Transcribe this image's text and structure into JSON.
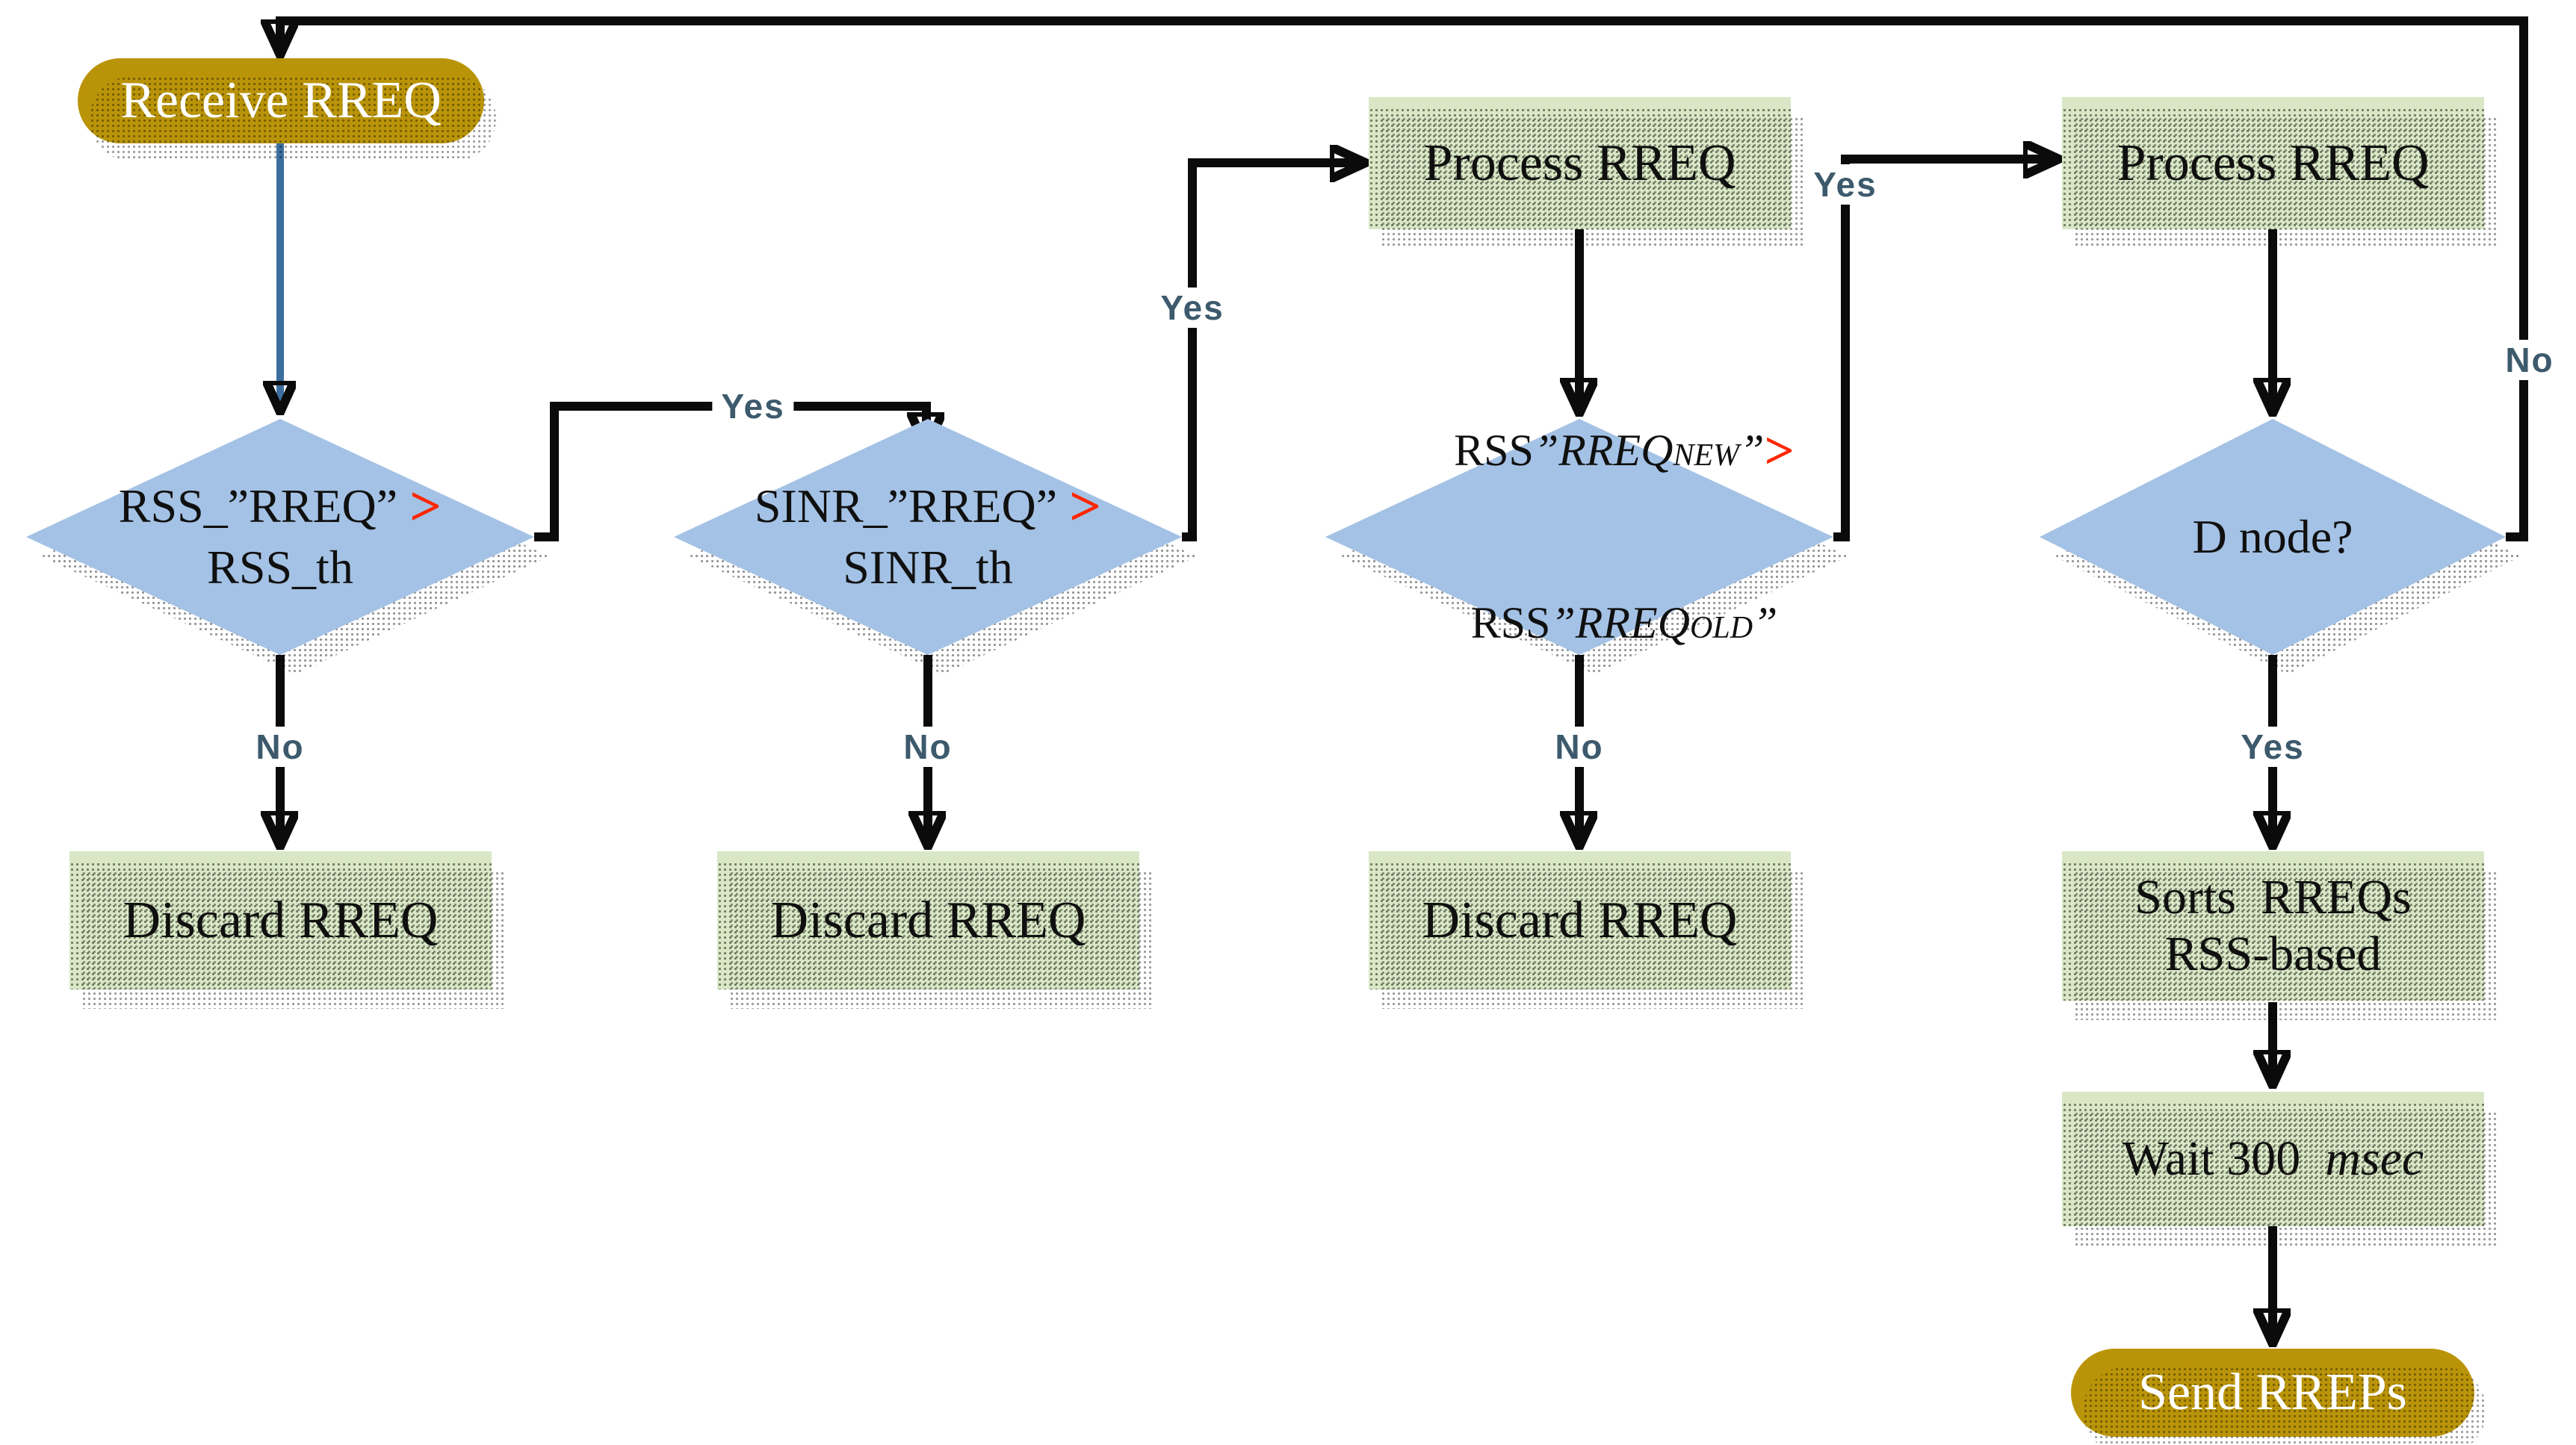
{
  "diagram_type": "flowchart",
  "colors": {
    "terminal_fill": "#ba9408",
    "process_fill": "#d9e7c6",
    "decision_fill": "#a4c2e5",
    "edge_label_text": "#3d5a6d",
    "comparison_operator": "#ff2600",
    "start_connector": "#3c6f9f",
    "flow_line": "#0b0b0b"
  },
  "nodes": {
    "receive": {
      "label": "Receive RREQ"
    },
    "d1": {
      "line1": "RSS_”RREQ” ",
      "op": ">",
      "line2": "RSS_th"
    },
    "d2": {
      "line1": "SINR_”RREQ” ",
      "op": ">",
      "line2": "SINR_th"
    },
    "d3": {
      "l1": {
        "pre": "RSS",
        "q1": "”",
        "name": "RREQ",
        "sub": "NEW",
        "q2": "”"
      },
      "op": ">",
      "l2": {
        "pre": "RSS",
        "q1": "”",
        "name": "RREQ",
        "sub": "OLD",
        "q2": "”"
      }
    },
    "d4": {
      "label": "D node?"
    },
    "process_mid": {
      "label": "Process RREQ"
    },
    "process_right": {
      "label": "Process RREQ"
    },
    "discard1": {
      "label": "Discard RREQ"
    },
    "discard2": {
      "label": "Discard RREQ"
    },
    "discard3": {
      "label": "Discard RREQ"
    },
    "sorts": {
      "line1": "Sorts  RREQs",
      "line2": "RSS-based"
    },
    "wait": {
      "pre": "Wait 300  ",
      "unit": "msec"
    },
    "send": {
      "label": "Send RREPs"
    }
  },
  "edge_labels": {
    "d1_yes": "Yes",
    "d1_no": "No",
    "d2_yes": "Yes",
    "d2_no": "No",
    "d3_yes": "Yes",
    "d3_no": "No",
    "d4_yes": "Yes",
    "d4_no": "No"
  }
}
